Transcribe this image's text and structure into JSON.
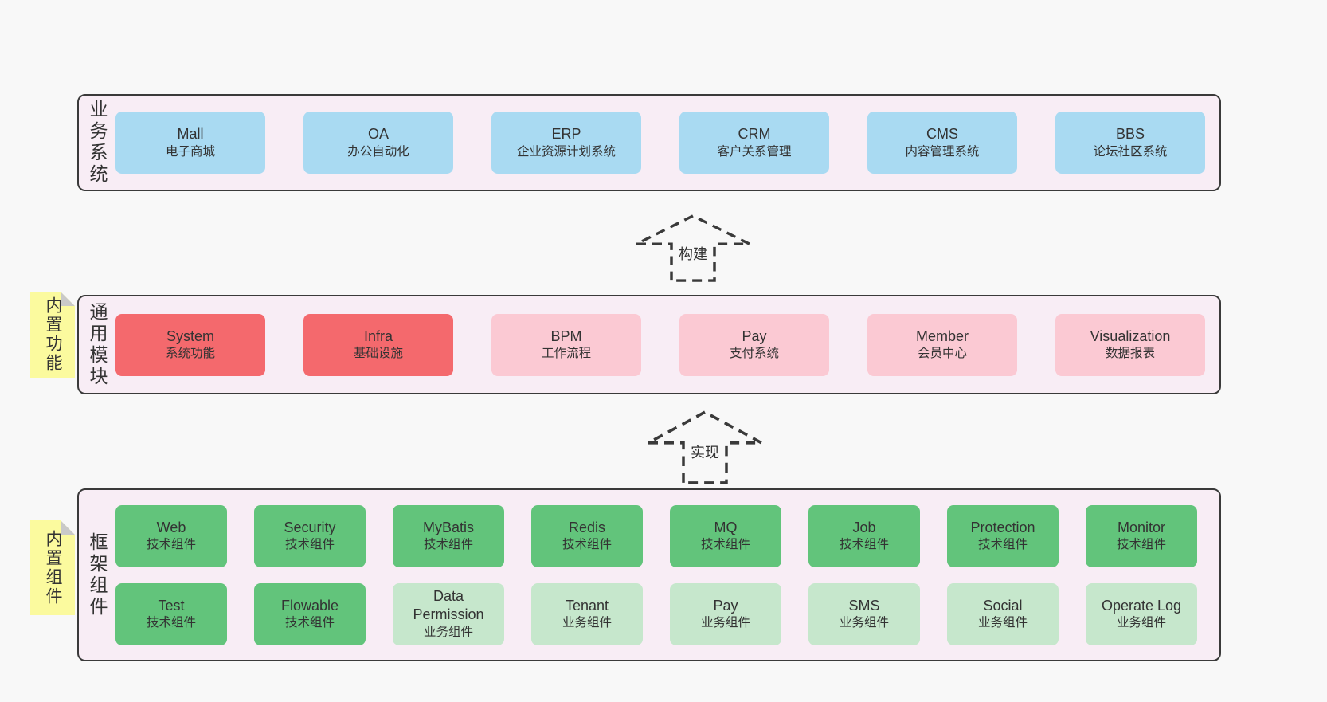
{
  "colors": {
    "page_background": "#f8f8f8",
    "band_background": "#f8edf5",
    "band_border": "#3a3a3a",
    "business_box_blue": "#a9daf2",
    "core_module_red": "#f4696d",
    "module_pink": "#fbc9d3",
    "tech_component_green": "#62c47b",
    "biz_component_lightgreen": "#c6e7cc",
    "sticky_yellow": "#fbfa9e",
    "sticky_fold_gray": "#c9c9c9",
    "arrow_dash": "#3a3a3a"
  },
  "bands": {
    "business": {
      "label": "业务系统",
      "boxes": [
        {
          "name": "Mall",
          "subtitle": "电子商城",
          "variant": "blue"
        },
        {
          "name": "OA",
          "subtitle": "办公自动化",
          "variant": "blue"
        },
        {
          "name": "ERP",
          "subtitle": "企业资源计划系统",
          "variant": "blue"
        },
        {
          "name": "CRM",
          "subtitle": "客户关系管理",
          "variant": "blue"
        },
        {
          "name": "CMS",
          "subtitle": "内容管理系统",
          "variant": "blue"
        },
        {
          "name": "BBS",
          "subtitle": "论坛社区系统",
          "variant": "blue"
        }
      ]
    },
    "modules": {
      "label": "通用模块",
      "sticky": "内置功能",
      "boxes": [
        {
          "name": "System",
          "subtitle": "系统功能",
          "variant": "red"
        },
        {
          "name": "Infra",
          "subtitle": "基础设施",
          "variant": "red"
        },
        {
          "name": "BPM",
          "subtitle": "工作流程",
          "variant": "pink"
        },
        {
          "name": "Pay",
          "subtitle": "支付系统",
          "variant": "pink"
        },
        {
          "name": "Member",
          "subtitle": "会员中心",
          "variant": "pink"
        },
        {
          "name": "Visualization",
          "subtitle": "数据报表",
          "variant": "pink"
        }
      ]
    },
    "components": {
      "label": "框架组件",
      "sticky": "内置组件",
      "row1": [
        {
          "name": "Web",
          "subtitle": "技术组件",
          "variant": "green"
        },
        {
          "name": "Security",
          "subtitle": "技术组件",
          "variant": "green"
        },
        {
          "name": "MyBatis",
          "subtitle": "技术组件",
          "variant": "green"
        },
        {
          "name": "Redis",
          "subtitle": "技术组件",
          "variant": "green"
        },
        {
          "name": "MQ",
          "subtitle": "技术组件",
          "variant": "green"
        },
        {
          "name": "Job",
          "subtitle": "技术组件",
          "variant": "green"
        },
        {
          "name": "Protection",
          "subtitle": "技术组件",
          "variant": "green"
        },
        {
          "name": "Monitor",
          "subtitle": "技术组件",
          "variant": "green"
        }
      ],
      "row2": [
        {
          "name": "Test",
          "subtitle": "技术组件",
          "variant": "green"
        },
        {
          "name": "Flowable",
          "subtitle": "技术组件",
          "variant": "green"
        },
        {
          "name": "Data Permission",
          "subtitle": "业务组件",
          "variant": "lightgreen"
        },
        {
          "name": "Tenant",
          "subtitle": "业务组件",
          "variant": "lightgreen"
        },
        {
          "name": "Pay",
          "subtitle": "业务组件",
          "variant": "lightgreen"
        },
        {
          "name": "SMS",
          "subtitle": "业务组件",
          "variant": "lightgreen"
        },
        {
          "name": "Social",
          "subtitle": "业务组件",
          "variant": "lightgreen"
        },
        {
          "name": "Operate Log",
          "subtitle": "业务组件",
          "variant": "lightgreen"
        }
      ]
    }
  },
  "arrows": [
    {
      "label": "构建"
    },
    {
      "label": "实现"
    }
  ]
}
